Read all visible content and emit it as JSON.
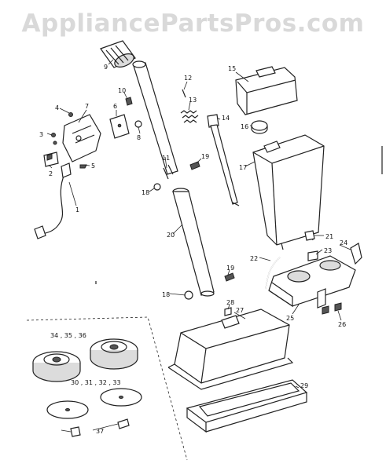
{
  "watermark": "AppliancePartsPros.com",
  "colors": {
    "line": "#222222",
    "watermark": "#d9d9d9",
    "background": "#ffffff"
  },
  "part_labels": {
    "p1": "1",
    "p2": "2",
    "p3": "3",
    "p4": "4",
    "p5": "5",
    "p6": "6",
    "p7": "7",
    "p8": "8",
    "p9": "9",
    "p10": "10",
    "p11": "11",
    "p12": "12",
    "p13": "13",
    "p14": "14",
    "p15": "15",
    "p16": "16",
    "p17": "17",
    "p18a": "18",
    "p18b": "18",
    "p19a": "19",
    "p19b": "19",
    "p20": "20",
    "p21": "21",
    "p22": "22",
    "p23": "23",
    "p24": "24",
    "p25": "25",
    "p26": "26",
    "p27": "27",
    "p28": "28",
    "p29": "29",
    "p30": "30 , 31 , 32 , 33",
    "p34": "34 , 35 , 36",
    "p37": "37"
  }
}
